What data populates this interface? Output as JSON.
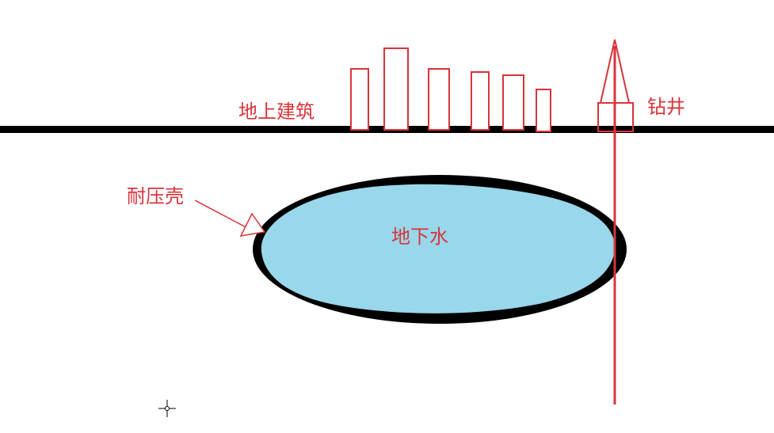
{
  "labels": {
    "buildings": "地上建筑",
    "drill_well": "钻井",
    "shell": "耐压壳",
    "groundwater": "地下水"
  },
  "colors": {
    "ink": "#d9343a",
    "ground": "#000000",
    "water": "#99d7ea",
    "background": "#ffffff"
  },
  "icons": {
    "cursor": "crosshair-cursor-icon"
  }
}
